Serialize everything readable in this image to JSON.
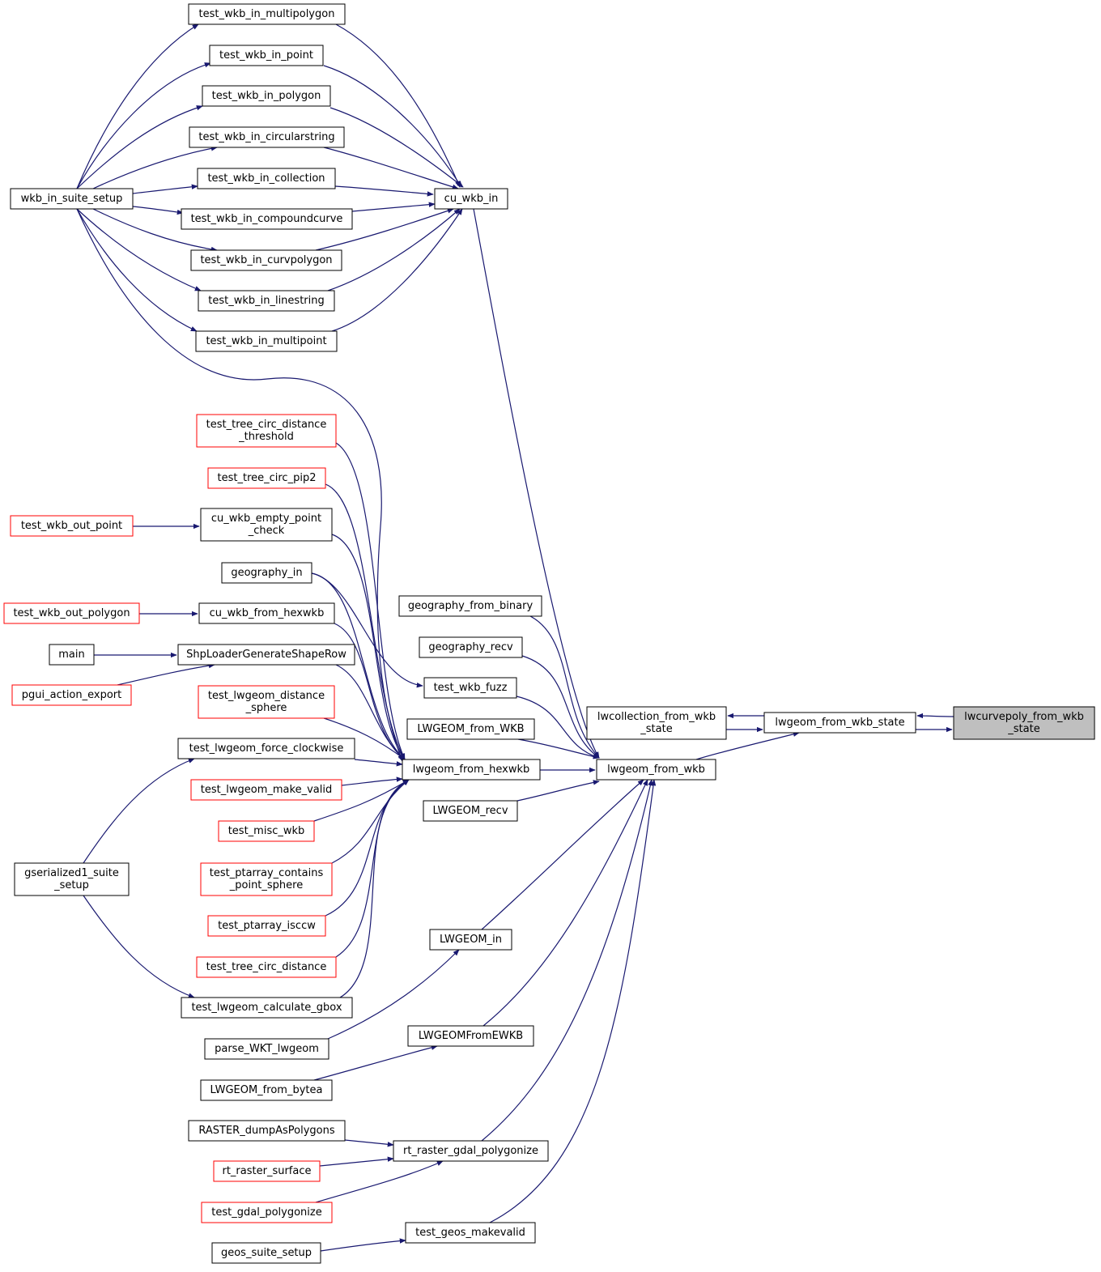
{
  "colors": {
    "edge": "#191970",
    "node_border": "#000000",
    "node_border_truncated": "#ff0000",
    "highlight_fill": "#bfbfbf",
    "background": "#ffffff"
  },
  "nodes": [
    {
      "id": "n_lwcurvepoly",
      "lines": [
        "lwcurvepoly_from_wkb",
        "_state"
      ],
      "style": "highlight"
    },
    {
      "id": "n_state",
      "lines": [
        "lwgeom_from_wkb_state"
      ],
      "style": "normal"
    },
    {
      "id": "n_collection",
      "lines": [
        "lwcollection_from_wkb",
        "_state"
      ],
      "style": "normal"
    },
    {
      "id": "n_fromwkb",
      "lines": [
        "lwgeom_from_wkb"
      ],
      "style": "normal"
    },
    {
      "id": "n_cuwkbin",
      "lines": [
        "cu_wkb_in"
      ],
      "style": "normal"
    },
    {
      "id": "n_t_multipolygon",
      "lines": [
        "test_wkb_in_multipolygon"
      ],
      "style": "normal"
    },
    {
      "id": "n_t_point",
      "lines": [
        "test_wkb_in_point"
      ],
      "style": "normal"
    },
    {
      "id": "n_t_polygon",
      "lines": [
        "test_wkb_in_polygon"
      ],
      "style": "normal"
    },
    {
      "id": "n_t_circularstring",
      "lines": [
        "test_wkb_in_circularstring"
      ],
      "style": "normal"
    },
    {
      "id": "n_t_collection",
      "lines": [
        "test_wkb_in_collection"
      ],
      "style": "normal"
    },
    {
      "id": "n_t_compoundcurve",
      "lines": [
        "test_wkb_in_compoundcurve"
      ],
      "style": "normal"
    },
    {
      "id": "n_t_curvpolygon",
      "lines": [
        "test_wkb_in_curvpolygon"
      ],
      "style": "normal"
    },
    {
      "id": "n_t_linestring",
      "lines": [
        "test_wkb_in_linestring"
      ],
      "style": "normal"
    },
    {
      "id": "n_t_multipoint",
      "lines": [
        "test_wkb_in_multipoint"
      ],
      "style": "normal"
    },
    {
      "id": "n_suite_setup",
      "lines": [
        "wkb_in_suite_setup"
      ],
      "style": "normal"
    },
    {
      "id": "n_tree_thr",
      "lines": [
        "test_tree_circ_distance",
        "_threshold"
      ],
      "style": "truncated"
    },
    {
      "id": "n_pip2",
      "lines": [
        "test_tree_circ_pip2"
      ],
      "style": "truncated"
    },
    {
      "id": "n_out_point",
      "lines": [
        "test_wkb_out_point"
      ],
      "style": "truncated"
    },
    {
      "id": "n_empty_point",
      "lines": [
        "cu_wkb_empty_point",
        "_check"
      ],
      "style": "normal"
    },
    {
      "id": "n_geography_in",
      "lines": [
        "geography_in"
      ],
      "style": "normal"
    },
    {
      "id": "n_out_polygon",
      "lines": [
        "test_wkb_out_polygon"
      ],
      "style": "truncated"
    },
    {
      "id": "n_from_hexwkb_cu",
      "lines": [
        "cu_wkb_from_hexwkb"
      ],
      "style": "normal"
    },
    {
      "id": "n_main",
      "lines": [
        "main"
      ],
      "style": "normal"
    },
    {
      "id": "n_shploader",
      "lines": [
        "ShpLoaderGenerateShapeRow"
      ],
      "style": "normal"
    },
    {
      "id": "n_pgui",
      "lines": [
        "pgui_action_export"
      ],
      "style": "truncated"
    },
    {
      "id": "n_dist_sphere",
      "lines": [
        "test_lwgeom_distance",
        "_sphere"
      ],
      "style": "truncated"
    },
    {
      "id": "n_force_cw",
      "lines": [
        "test_lwgeom_force_clockwise"
      ],
      "style": "normal"
    },
    {
      "id": "n_make_valid",
      "lines": [
        "test_lwgeom_make_valid"
      ],
      "style": "truncated"
    },
    {
      "id": "n_misc_wkb",
      "lines": [
        "test_misc_wkb"
      ],
      "style": "truncated"
    },
    {
      "id": "n_gser1",
      "lines": [
        "gserialized1_suite",
        "_setup"
      ],
      "style": "normal"
    },
    {
      "id": "n_ptarray_contains",
      "lines": [
        "test_ptarray_contains",
        "_point_sphere"
      ],
      "style": "truncated"
    },
    {
      "id": "n_isccw",
      "lines": [
        "test_ptarray_isccw"
      ],
      "style": "truncated"
    },
    {
      "id": "n_tree_dist",
      "lines": [
        "test_tree_circ_distance"
      ],
      "style": "truncated"
    },
    {
      "id": "n_calc_gbox",
      "lines": [
        "test_lwgeom_calculate_gbox"
      ],
      "style": "normal"
    },
    {
      "id": "n_geog_binary",
      "lines": [
        "geography_from_binary"
      ],
      "style": "normal"
    },
    {
      "id": "n_geog_recv",
      "lines": [
        "geography_recv"
      ],
      "style": "normal"
    },
    {
      "id": "n_wkb_fuzz",
      "lines": [
        "test_wkb_fuzz"
      ],
      "style": "normal"
    },
    {
      "id": "n_LW_from_wkb",
      "lines": [
        "LWGEOM_from_WKB"
      ],
      "style": "normal"
    },
    {
      "id": "n_from_hexwkb",
      "lines": [
        "lwgeom_from_hexwkb"
      ],
      "style": "normal"
    },
    {
      "id": "n_LW_recv",
      "lines": [
        "LWGEOM_recv"
      ],
      "style": "normal"
    },
    {
      "id": "n_LW_in",
      "lines": [
        "LWGEOM_in"
      ],
      "style": "normal"
    },
    {
      "id": "n_parse_wkt",
      "lines": [
        "parse_WKT_lwgeom"
      ],
      "style": "normal"
    },
    {
      "id": "n_LW_fromewkb",
      "lines": [
        "LWGEOMFromEWKB"
      ],
      "style": "normal"
    },
    {
      "id": "n_LW_from_bytea",
      "lines": [
        "LWGEOM_from_bytea"
      ],
      "style": "normal"
    },
    {
      "id": "n_raster_dump",
      "lines": [
        "RASTER_dumpAsPolygons"
      ],
      "style": "normal"
    },
    {
      "id": "n_rt_poly",
      "lines": [
        "rt_raster_gdal_polygonize"
      ],
      "style": "normal"
    },
    {
      "id": "n_rt_surface",
      "lines": [
        "rt_raster_surface"
      ],
      "style": "truncated"
    },
    {
      "id": "n_gdal_poly",
      "lines": [
        "test_gdal_polygonize"
      ],
      "style": "truncated"
    },
    {
      "id": "n_geos_mv",
      "lines": [
        "test_geos_makevalid"
      ],
      "style": "normal"
    },
    {
      "id": "n_geos_setup",
      "lines": [
        "geos_suite_setup"
      ],
      "style": "normal"
    }
  ]
}
